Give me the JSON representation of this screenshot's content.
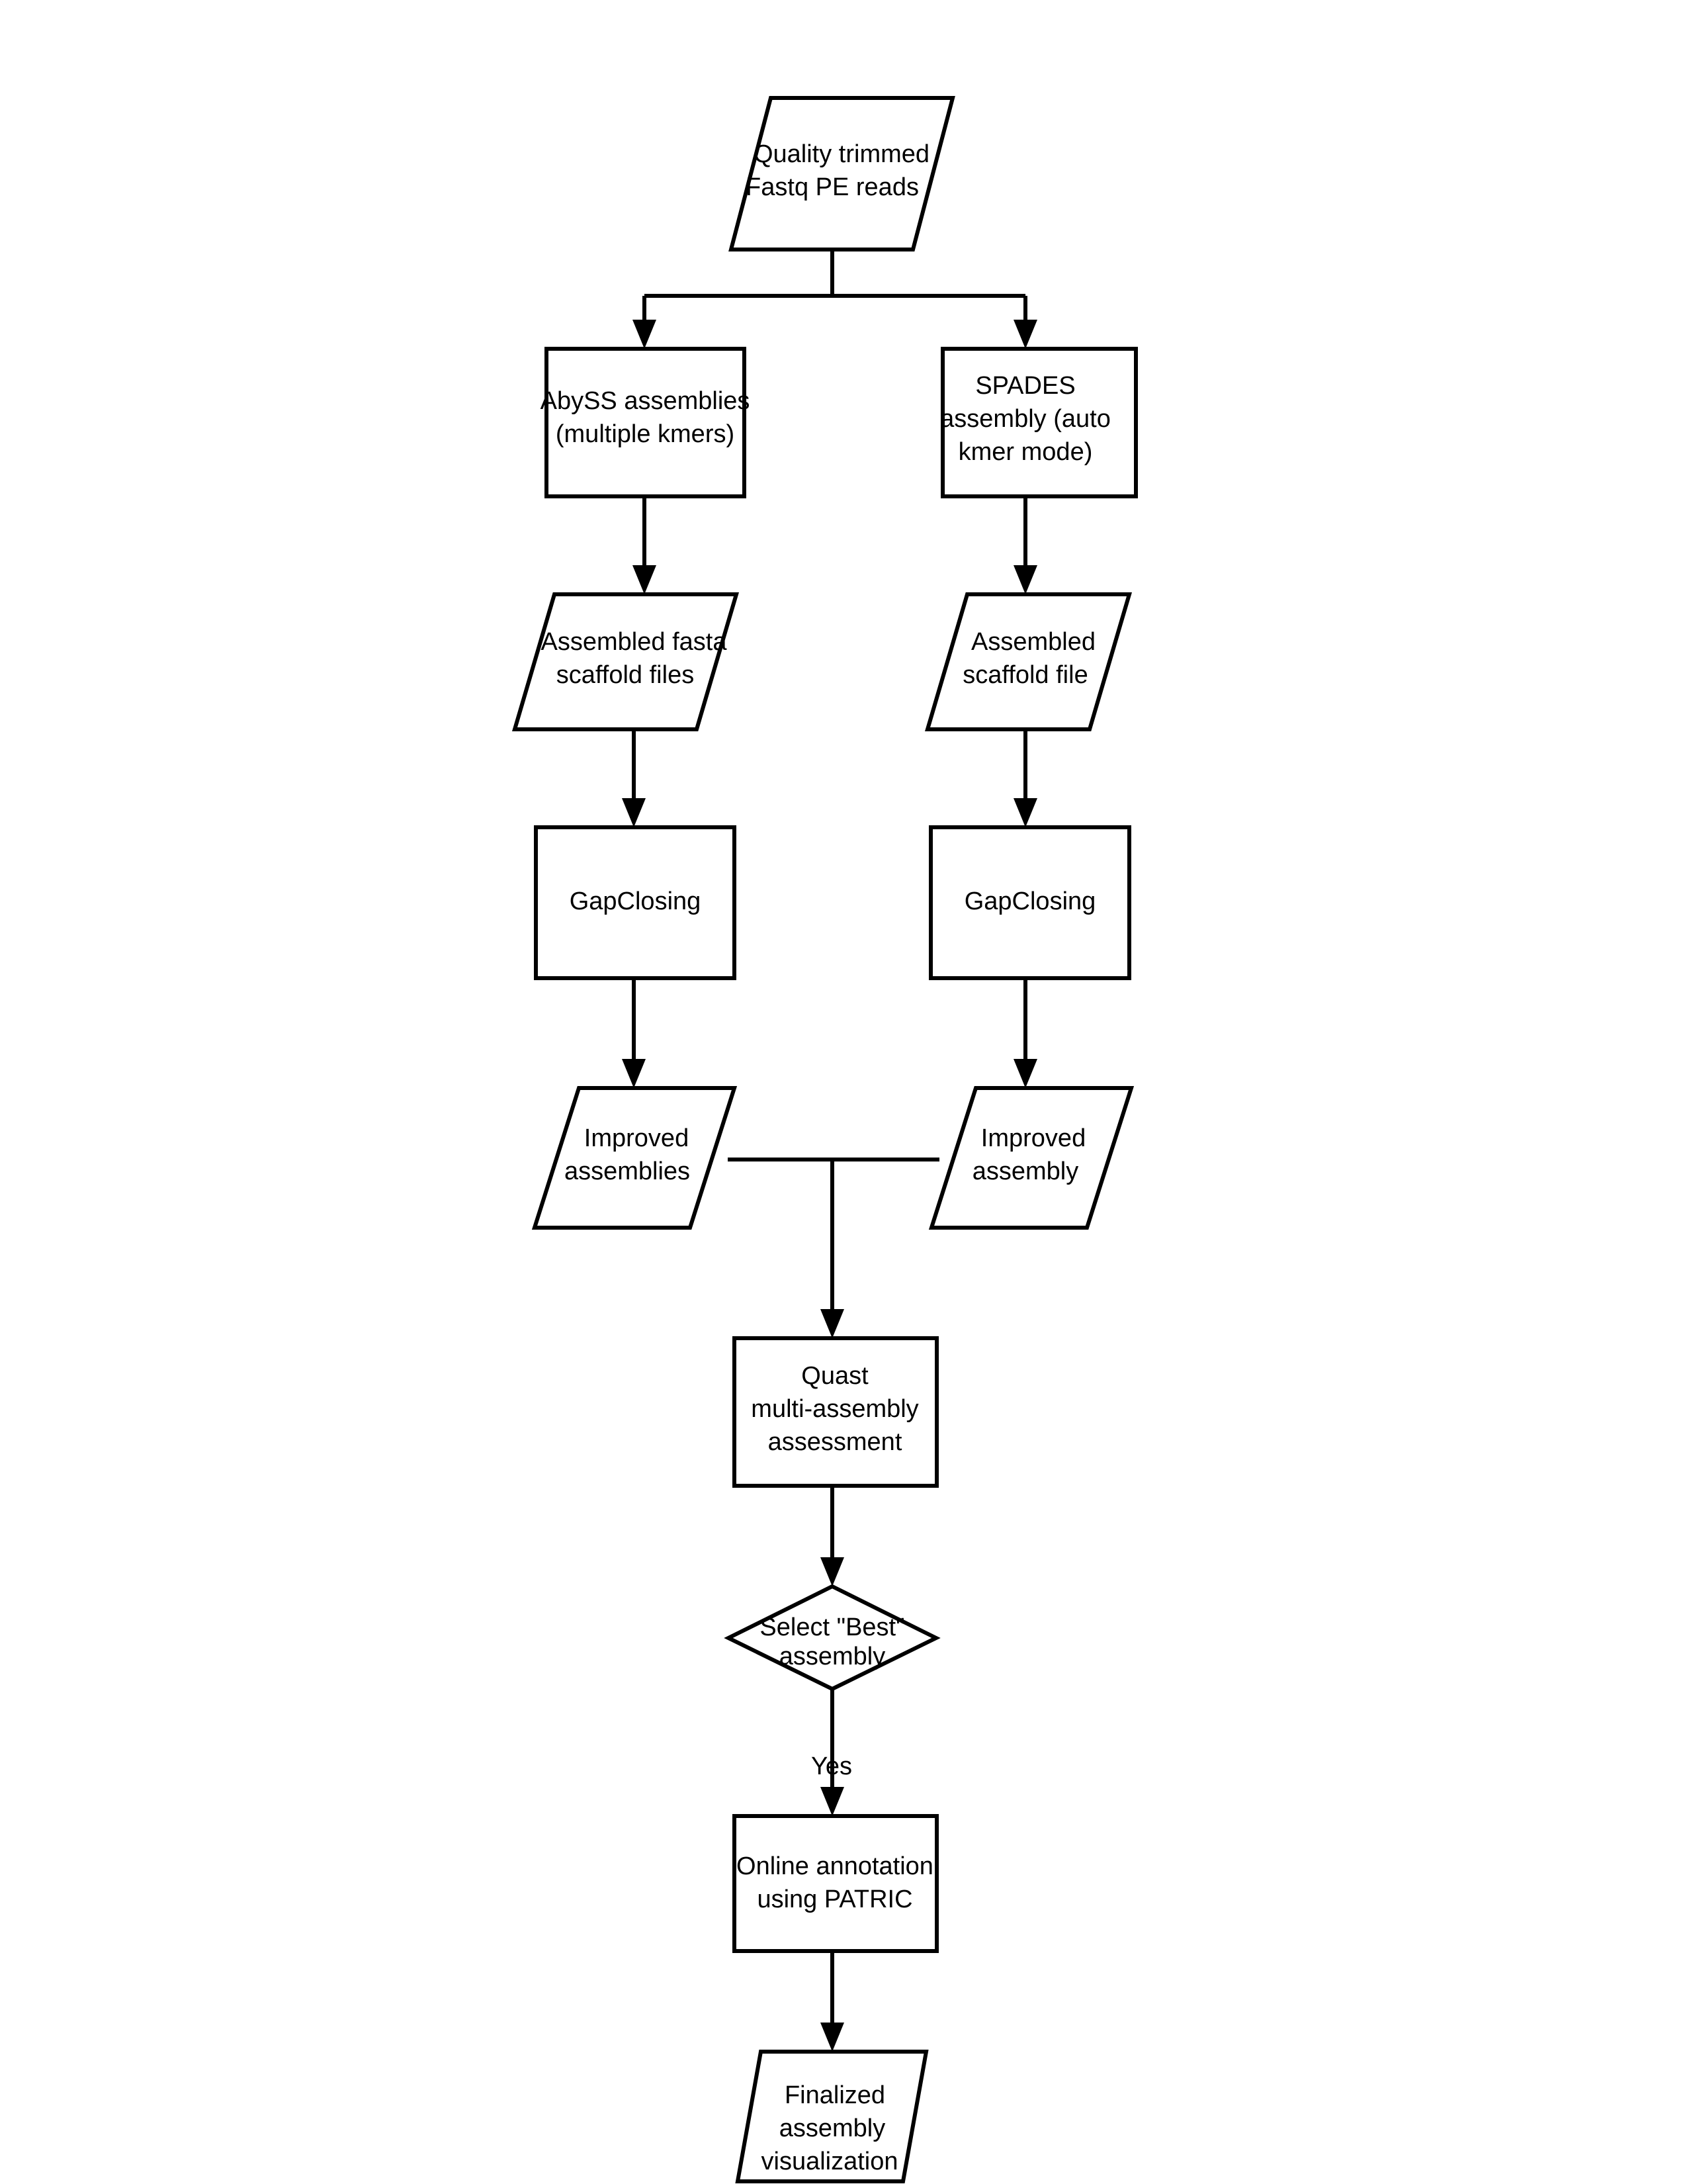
{
  "diagram": {
    "title": "Genome assembly and annotation workflow",
    "type": "flowchart",
    "orientation": "top-to-bottom",
    "background_color": "#ffffff",
    "stroke_color": "#000000",
    "fill_color": "#ffffff"
  },
  "nodes": {
    "input_reads": {
      "shape": "parallelogram",
      "role": "data",
      "lines": [
        "Quality trimmed",
        "Fastq PE reads"
      ]
    },
    "abyss": {
      "shape": "rectangle",
      "role": "process",
      "lines": [
        "AbySS assemblies",
        "(multiple kmers)"
      ]
    },
    "spades": {
      "shape": "rectangle",
      "role": "process",
      "lines": [
        "SPADES",
        "assembly (auto",
        "kmer mode)"
      ]
    },
    "abyss_scaffolds": {
      "shape": "parallelogram",
      "role": "data",
      "lines": [
        "Assembled fasta",
        "scaffold files"
      ]
    },
    "spades_scaffold": {
      "shape": "parallelogram",
      "role": "data",
      "lines": [
        "Assembled",
        "scaffold file"
      ]
    },
    "gapclosing_left": {
      "shape": "rectangle",
      "role": "process",
      "lines": [
        "GapClosing"
      ]
    },
    "gapclosing_right": {
      "shape": "rectangle",
      "role": "process",
      "lines": [
        "GapClosing"
      ]
    },
    "improved_assemblies": {
      "shape": "parallelogram",
      "role": "data",
      "lines": [
        "Improved",
        "assemblies"
      ]
    },
    "improved_assembly": {
      "shape": "parallelogram",
      "role": "data",
      "lines": [
        "Improved",
        "assembly"
      ]
    },
    "quast": {
      "shape": "rectangle",
      "role": "process",
      "lines": [
        "Quast",
        "multi-assembly",
        "assessment"
      ]
    },
    "select_best": {
      "shape": "diamond",
      "role": "decision",
      "lines": [
        "Select \"Best\"",
        "assembly"
      ]
    },
    "patric": {
      "shape": "rectangle",
      "role": "process",
      "lines": [
        "Online annotation",
        "using PATRIC"
      ]
    },
    "finalized": {
      "shape": "parallelogram",
      "role": "data",
      "lines": [
        "Finalized",
        "assembly",
        "visualization"
      ]
    }
  },
  "edge_labels": {
    "select_best_yes": "Yes"
  },
  "edges": [
    {
      "from": "input_reads",
      "to": "abyss",
      "label": ""
    },
    {
      "from": "input_reads",
      "to": "spades",
      "label": ""
    },
    {
      "from": "abyss",
      "to": "abyss_scaffolds",
      "label": ""
    },
    {
      "from": "spades",
      "to": "spades_scaffold",
      "label": ""
    },
    {
      "from": "abyss_scaffolds",
      "to": "gapclosing_left",
      "label": ""
    },
    {
      "from": "spades_scaffold",
      "to": "gapclosing_right",
      "label": ""
    },
    {
      "from": "gapclosing_left",
      "to": "improved_assemblies",
      "label": ""
    },
    {
      "from": "gapclosing_right",
      "to": "improved_assembly",
      "label": ""
    },
    {
      "from": "improved_assemblies",
      "to": "quast",
      "label": ""
    },
    {
      "from": "improved_assembly",
      "to": "quast",
      "label": ""
    },
    {
      "from": "quast",
      "to": "select_best",
      "label": ""
    },
    {
      "from": "select_best",
      "to": "patric",
      "label": "Yes"
    },
    {
      "from": "patric",
      "to": "finalized",
      "label": ""
    }
  ]
}
